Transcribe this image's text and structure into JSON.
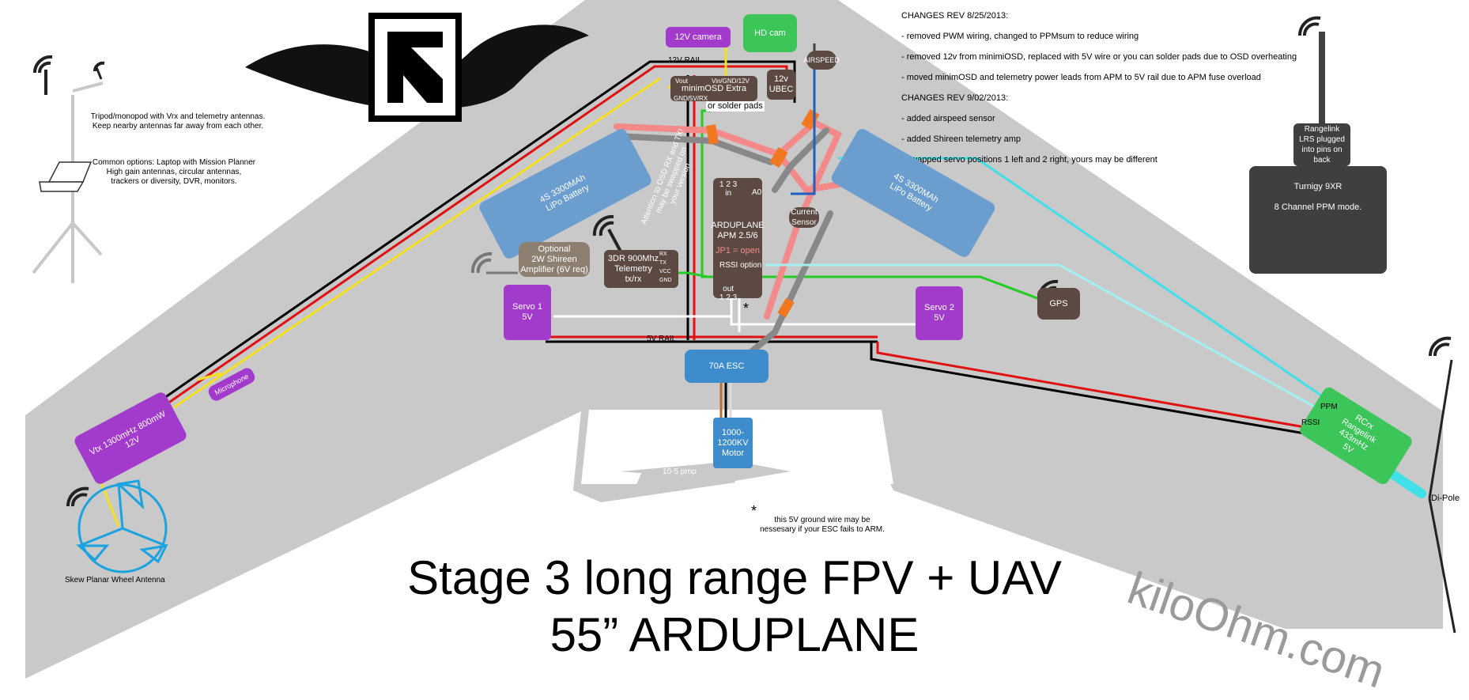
{
  "changes": [
    "CHANGES REV 8/25/2013:",
    "- removed PWM wiring, changed to PPMsum to reduce wiring",
    "- removed 12v from minimiOSD, replaced with 5V wire or you can solder pads due to OSD overheating",
    "- moved minimOSD and telemetry power leads from APM to 5V rail due to APM fuse overload",
    "CHANGES REV 9/02/2013:",
    "- added airspeed sensor",
    "- added Shireen telemetry amp",
    "- swapped servo positions 1 left and 2 right, yours may be different"
  ],
  "ground_station": {
    "tripod": "Tripod/monopod with Vrx and telemetry antennas.\nKeep nearby antennas far away from each other.",
    "options": "Common options: Laptop with Mission Planner\nHigh gain antennas, circular antennas,\ntrackers or diversity, DVR, monitors."
  },
  "components": {
    "camera": "12V camera",
    "hdcam": "HD cam",
    "airspeed": "AIRSPEED",
    "rail12": "12V RAIL",
    "osd_title": "minimOSD Extra",
    "osd_vout": "Vout",
    "osd_vin": "Vin/GND/12V",
    "osd_pins": "GND/5V/RX",
    "osd_pads": "or solder pads",
    "ubec": "12v\nUBEC",
    "bat_left": "4S 3300MAh\nLiPo Battery",
    "bat_right": "4S 3300MAh\nLiPo Battery",
    "attention": "Attention to OSD RX and TX!\nmay be swapped on\nyour version",
    "apm_in": "1 2 3\nin",
    "apm_a0": "A0",
    "apm_name": "ARDUPLANE\nAPM 2.5/6",
    "apm_jp1": "JP1 = open",
    "apm_rssi": "RSSI option",
    "apm_out": "out\n1 2 3",
    "current": "Current\nSensor",
    "amp": "Optional\n2W Shireen\nAmplifier (6V req)",
    "telemetry": "3DR 900Mhz\nTelemetry\ntx/rx",
    "tel_pins": "RX\nTX\nVCC\nGND",
    "servo1": "Servo 1\n5V",
    "servo2": "Servo 2\n5V",
    "gps": "GPS",
    "rail5": "5V RAIL",
    "esc": "70A ESC",
    "motor": "1000-\n1200KV\nMotor",
    "prop": "10-5 prop",
    "vtx": "Vtx 1300mHz 800mW\n12V",
    "mic": "Microphone",
    "skew": "Skew Planar Wheel Antenna",
    "rangelink": "Rangelink\nLRS plugged\ninto pins on\nback",
    "turnigy": "Turnigy 9XR\n\n8 Channel PPM mode.",
    "rcrx": "RCrx\nRangelink\n433mHz\n5V",
    "ppm": "PPM",
    "rssi": "RSSI",
    "dipole": "Di-Pole",
    "asterisk": "*",
    "note_star": "*",
    "note": "this 5V ground wire may be\nnessesary if your ESC fails to ARM."
  },
  "title_line1": "Stage 3 long range FPV + UAV",
  "title_line2": "55” ARDUPLANE",
  "brand": "kiloOhm.com",
  "colors": {
    "wing": "#c9c9c9",
    "purple": "#a23bcc",
    "brown": "#5c4a42",
    "blue": "#3e8ccc",
    "green": "#3cc65a",
    "orange": "#f07820",
    "salmon": "#f4898a",
    "cyan": "#3fe0e8",
    "light_cyan": "#a3f0f2",
    "red": "#e01010",
    "yellow": "#f4e020"
  }
}
